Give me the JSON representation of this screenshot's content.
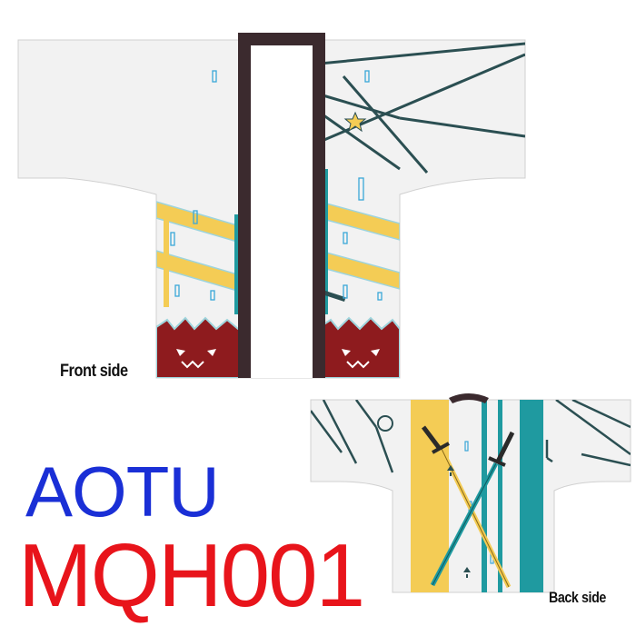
{
  "labels": {
    "front": "Front side",
    "back": "Back side"
  },
  "product": {
    "brand": "AOTU",
    "model": "MQH001"
  },
  "colors": {
    "brand_text": "#1a2fd6",
    "model_text": "#e8141b",
    "collar": "#3b2a2e",
    "fabric": "#f2f2f2",
    "stripe_yellow": "#f4cc55",
    "stripe_teal": "#1f9aa0",
    "dark_line": "#2b4f52",
    "maroon": "#8e1b1e"
  }
}
